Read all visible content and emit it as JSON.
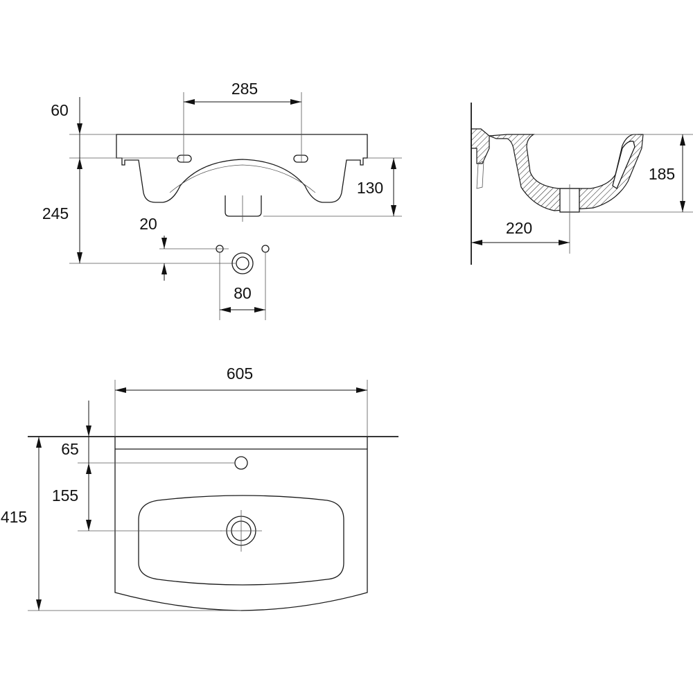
{
  "dimensions": {
    "top_holes_spacing": "285",
    "top_rim_height": "60",
    "front_height": "130",
    "total_height": "245",
    "hole_offset": "20",
    "hole_spacing": "80",
    "side_depth": "185",
    "side_projection": "220",
    "width": "605",
    "depth": "415",
    "tap_hole_offset": "65",
    "drain_offset": "155"
  }
}
